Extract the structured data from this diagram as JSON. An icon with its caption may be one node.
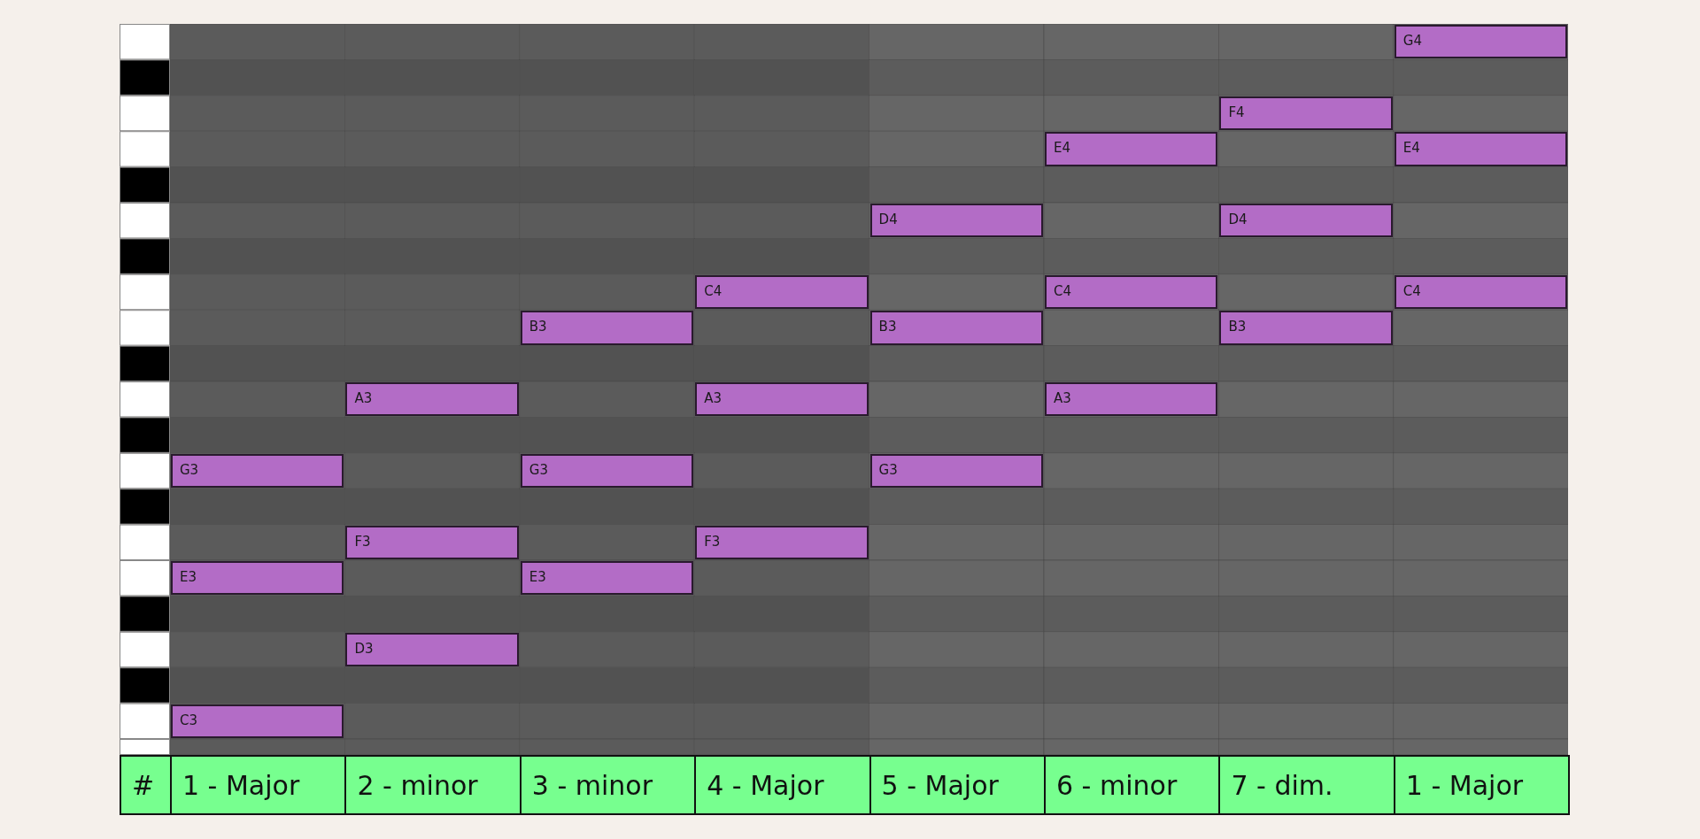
{
  "diagram": {
    "nodes": [
      {
        "text": [
          "G4"
        ]
      },
      {
        "text": [
          "F4"
        ]
      },
      {
        "text": [
          "E4"
        ]
      },
      {
        "text": [
          "E4"
        ]
      },
      {
        "text": [
          "D4"
        ]
      },
      {
        "text": [
          "D4"
        ]
      },
      {
        "text": [
          "C4"
        ]
      },
      {
        "text": [
          "C4"
        ]
      },
      {
        "text": [
          "C4"
        ]
      },
      {
        "text": [
          "B3"
        ]
      },
      {
        "text": [
          "B3"
        ]
      },
      {
        "text": [
          "B3"
        ]
      },
      {
        "text": [
          "A3"
        ]
      },
      {
        "text": [
          "A3"
        ]
      },
      {
        "text": [
          "A3"
        ]
      },
      {
        "text": [
          "G3"
        ]
      },
      {
        "text": [
          "G3"
        ]
      },
      {
        "text": [
          "G3"
        ]
      },
      {
        "text": [
          "F3"
        ]
      },
      {
        "text": [
          "F3"
        ]
      },
      {
        "text": [
          "E3"
        ]
      },
      {
        "text": [
          "E3"
        ]
      },
      {
        "text": [
          "D3"
        ]
      },
      {
        "text": [
          "C3"
        ]
      }
    ],
    "edges": [],
    "labels": [
      "#",
      "1 - Major",
      "2 - minor",
      "3 - minor",
      "4 - Major",
      "5 - Major",
      "6 - minor",
      "7 - dim.",
      "1 - Major"
    ]
  }
}
